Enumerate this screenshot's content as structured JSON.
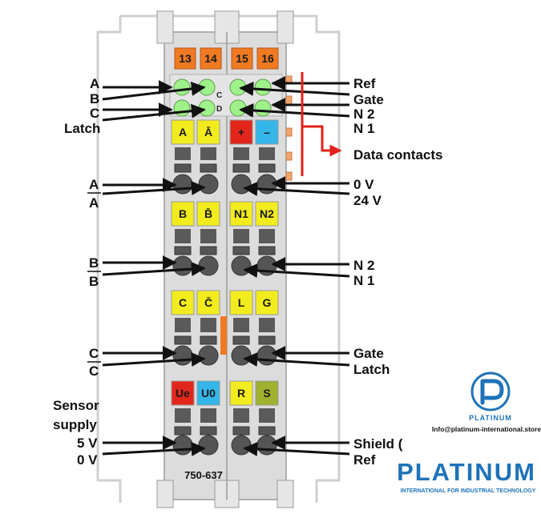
{
  "colors": {
    "housing": "#dcdcdc",
    "housing_edge": "#9a9a9a",
    "orange": "#f07a22",
    "yellow": "#f2ec1e",
    "red": "#e3261c",
    "blue": "#35b6ea",
    "green_led": "#9ff28a",
    "olive": "#9fb12e",
    "grey_block": "#5a5a5a",
    "arrow": "#111111",
    "data_arrow": "#e0221b",
    "brand_blue": "#1e73b8"
  },
  "terminal_numbers": [
    "13",
    "14",
    "15",
    "16"
  ],
  "left_labels": {
    "a": "A",
    "b": "B",
    "c": "C",
    "latch": "Latch",
    "a_bar": "A",
    "a_plain": "A",
    "b_bar": "B",
    "b_plain": "B",
    "c_bar": "C",
    "c_plain": "C",
    "sensor_line1": "Sensor",
    "sensor_line2": "supply",
    "v5": "5 V",
    "v0": "0 V"
  },
  "right_labels": {
    "ref": "Ref",
    "gate": "Gate",
    "n2": "N 2",
    "n1": "N 1",
    "data_contacts": "Data contacts",
    "v0": "0 V",
    "v24": "24 V",
    "n2b": "N 2",
    "n1b": "N 1",
    "gate2": "Gate",
    "latch": "Latch",
    "shield": "Shield (",
    "ref2": "Ref"
  },
  "signals": {
    "row1": [
      "A",
      "Ā",
      "+",
      "–"
    ],
    "row2": [
      "B",
      "B̄",
      "N1",
      "N2"
    ],
    "row3": [
      "C",
      "C̄",
      "L",
      "G"
    ],
    "row4": [
      "Ue",
      "U0",
      "R",
      "S"
    ]
  },
  "led_letters": [
    "C",
    "D"
  ],
  "model_number": "750-637",
  "brand": {
    "logo_text": "PLATINUM",
    "email": "Info@platinum-international.store",
    "big_name": "PLATINUM",
    "tagline": "INTERNATIONAL FOR INDUSTRIAL TECHNOLOGY"
  }
}
